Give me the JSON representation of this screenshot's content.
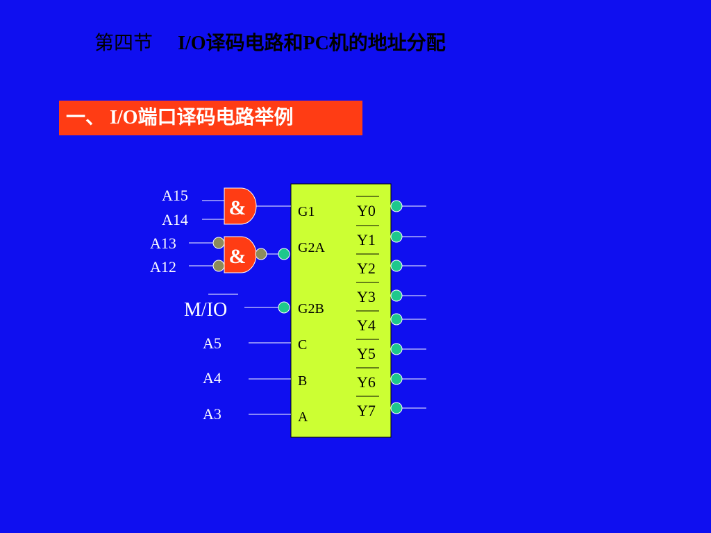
{
  "slide": {
    "section_label": "第四节",
    "title": "I/O译码电路和PC机的地址分配",
    "subtitle": "一、 I/O端口译码电路举例"
  },
  "diagram": {
    "gate_symbol": "&",
    "inputs": {
      "a15": "A15",
      "a14": "A14",
      "a13": "A13",
      "a12": "A12",
      "mio": "M/IO",
      "a5": "A5",
      "a4": "A4",
      "a3": "A3"
    },
    "decoder_pins": {
      "g1": "G1",
      "g2a": "G2A",
      "g2b": "G2B",
      "c": "C",
      "b": "B",
      "a": "A"
    },
    "outputs": [
      "Y0",
      "Y1",
      "Y2",
      "Y3",
      "Y4",
      "Y5",
      "Y6",
      "Y7"
    ]
  },
  "colors": {
    "background": "#0f0ff0",
    "subtitle_box": "#ff3c14",
    "gate_fill": "#ff3c14",
    "decoder_fill": "#ccff33",
    "bubble_green": "#1ec88c",
    "bubble_grey": "#8c8c5a"
  }
}
